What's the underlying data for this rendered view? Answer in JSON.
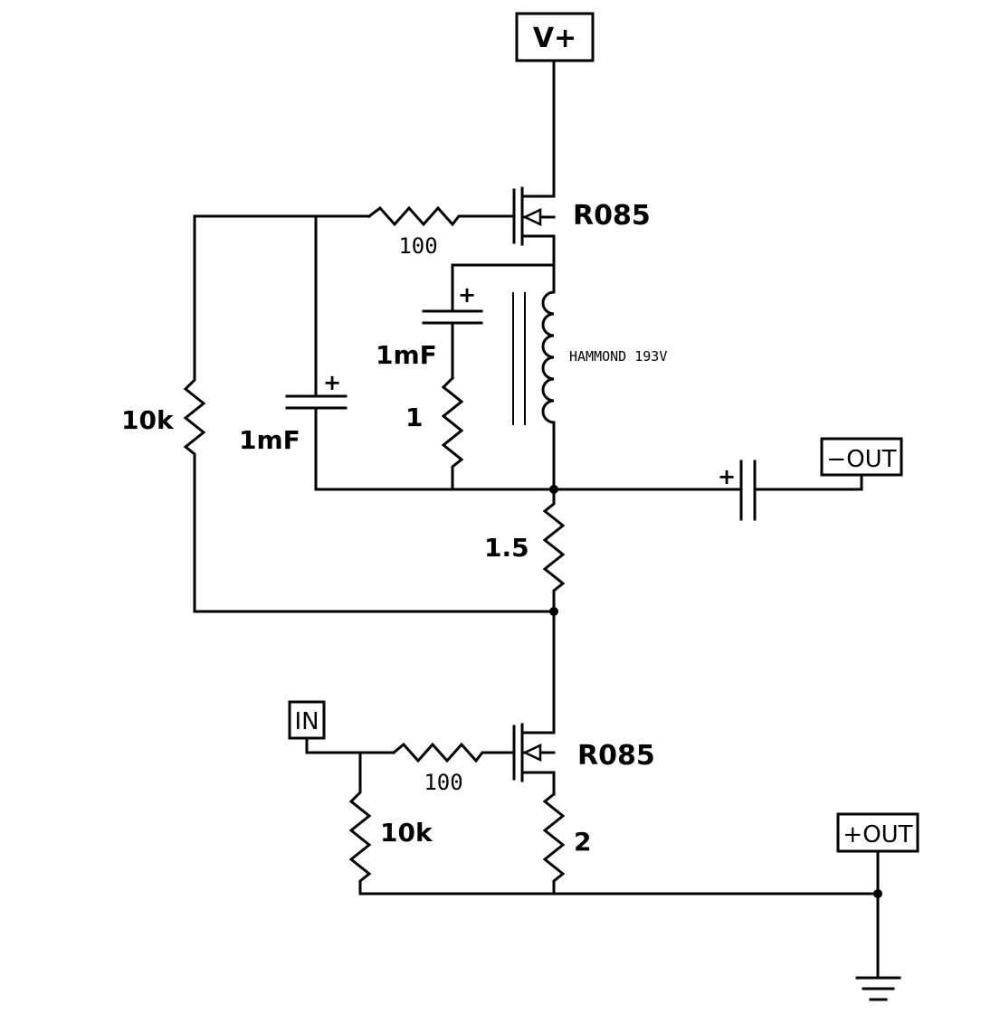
{
  "labels": {
    "vplus": "V+",
    "q1_part": "R085",
    "q2_part": "R085",
    "r_gate_top": "100",
    "r_gate_bottom": "100",
    "c_top": "1mF",
    "c_left": "1mF",
    "r_one": "1",
    "r_bias_top": "10k",
    "r_bias_bottom": "10k",
    "r_mid": "1.5",
    "r_source": "2",
    "inductor": "HAMMOND 193V",
    "out_minus": "−OUT",
    "out_plus": "+OUT",
    "input": "IN",
    "plus_sign": "+"
  }
}
